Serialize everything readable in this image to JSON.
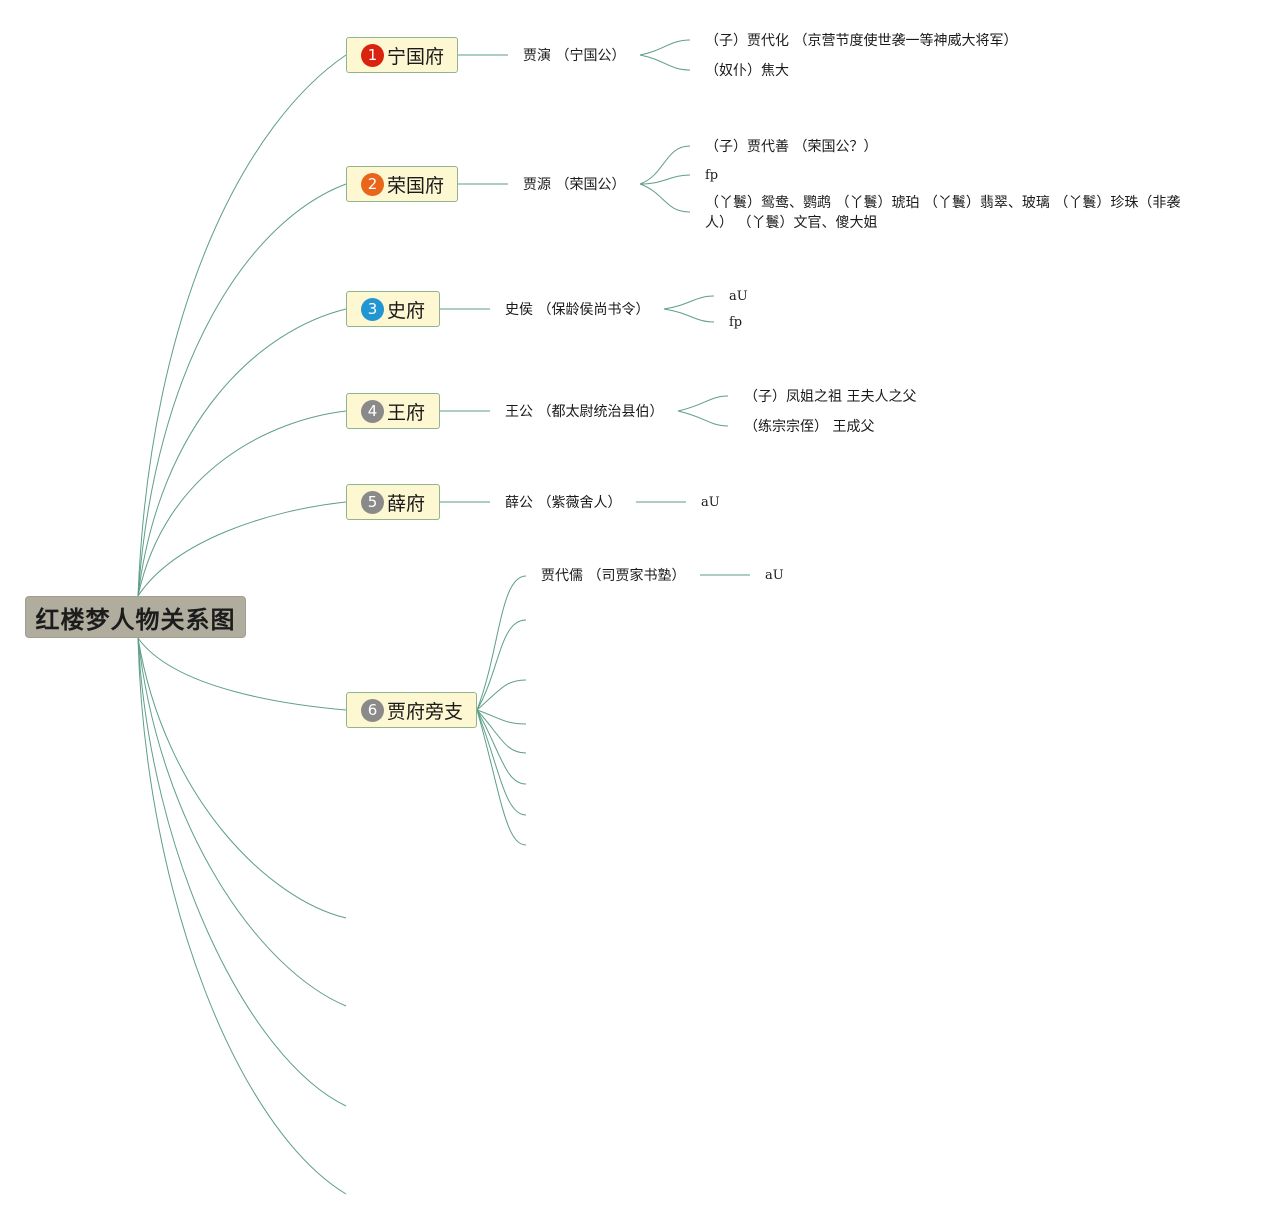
{
  "root": {
    "label": "红楼梦人物关系图"
  },
  "branches": [
    {
      "num": "1",
      "label": "宁国府",
      "color": "#d9230f"
    },
    {
      "num": "2",
      "label": "荣国府",
      "color": "#e8651a"
    },
    {
      "num": "3",
      "label": "史府",
      "color": "#2196d3"
    },
    {
      "num": "4",
      "label": "王府",
      "color": "#8a8a8a"
    },
    {
      "num": "5",
      "label": "薛府",
      "color": "#8a8a8a"
    },
    {
      "num": "6",
      "label": "贾府旁支",
      "color": "#8a8a8a"
    }
  ],
  "ningguo": {
    "child": "贾演 （宁国公）",
    "leaves": [
      "（子）贾代化 （京营节度使世袭一等神威大将军）",
      "（奴仆）焦大"
    ]
  },
  "rongguo": {
    "child": "贾源 （荣国公）",
    "leaves": [
      "（子）贾代善 （荣国公？）",
      "fp",
      "（丫鬟）鸳鸯、鹦鹉 （丫鬟）琥珀 （丫鬟）翡翠、玻璃 （丫鬟）珍珠（非袭人） （丫鬟）文官、傻大姐"
    ]
  },
  "shi": {
    "child": "史侯 （保龄侯尚书令）",
    "leaves": [
      "aU",
      "fp"
    ]
  },
  "wang": {
    "child": "王公 （都太尉统治县伯）",
    "leaves": [
      "（子）凤姐之祖 王夫人之父",
      "（练宗宗侄） 王成父"
    ]
  },
  "xue": {
    "child": "薛公 （紫薇舍人）",
    "leaves": [
      "aU"
    ]
  },
  "pangzhi": {
    "child": "贾代儒 （司贾家书塾）",
    "leaves": [
      "aU"
    ]
  }
}
